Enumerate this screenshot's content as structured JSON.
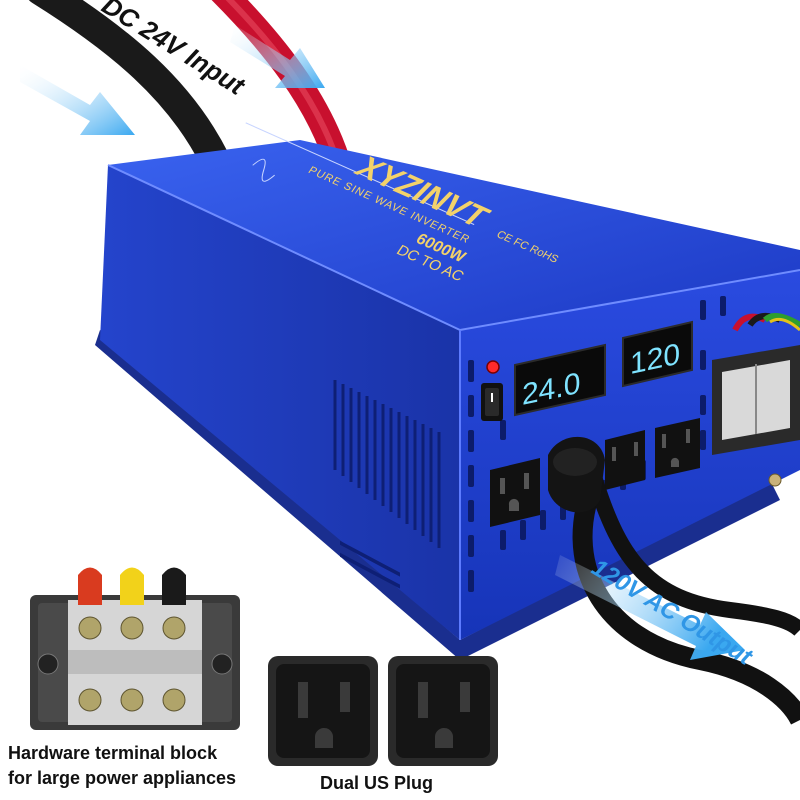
{
  "product": {
    "brand": "XYZINVT",
    "brand_marks": "CE FC RoHS",
    "subtitle": "PURE SINE WAVE INVERTER",
    "power": "6000W",
    "conversion": "DC TO AC"
  },
  "displays": {
    "input_voltage": "24.0",
    "output_voltage": "120",
    "digit_color": "#7fe3ff"
  },
  "callouts": {
    "dc_input": "DC 24V Input",
    "ac_output": "120V AC Output"
  },
  "insets": {
    "terminal_block_caption_line1": "Hardware terminal block",
    "terminal_block_caption_line2": "for large power appliances",
    "plug_caption": "Dual US Plug"
  },
  "colors": {
    "case_blue": "#1f3fd0",
    "arrow_blue": "#3aa8f0",
    "cable_red": "#c8102e",
    "cable_black": "#1a1a1a",
    "text_gold": "#f3d26a"
  },
  "icons": [
    "power-switch-icon",
    "indicator-led-icon",
    "us-outlet-icon",
    "terminal-screw-icon",
    "arrow-icon"
  ]
}
